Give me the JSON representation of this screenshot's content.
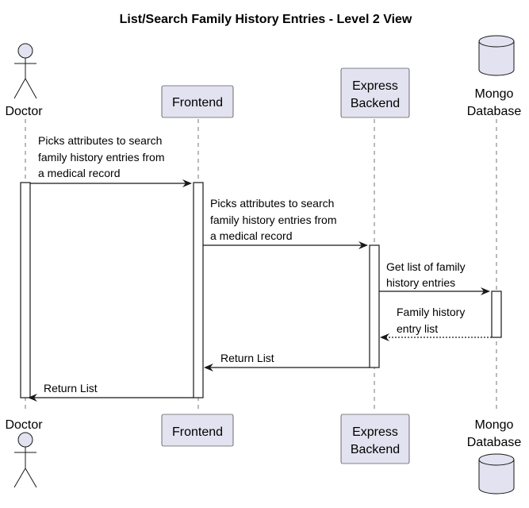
{
  "title": "List/Search Family History Entries - Level 2 View",
  "participants": {
    "doctor": "Doctor",
    "frontend": "Frontend",
    "backend": [
      "Express",
      "Backend"
    ],
    "database": [
      "Mongo",
      "Database"
    ]
  },
  "messages": [
    {
      "from": "Doctor",
      "to": "Frontend",
      "style": "solid",
      "lines": [
        "Picks attributes to search",
        "family history entries from",
        "a medical record"
      ]
    },
    {
      "from": "Frontend",
      "to": "Express Backend",
      "style": "solid",
      "lines": [
        "Picks attributes to search",
        "family history entries from",
        "a medical record"
      ]
    },
    {
      "from": "Express Backend",
      "to": "Mongo Database",
      "style": "solid",
      "lines": [
        "Get list of family",
        "history entries"
      ]
    },
    {
      "from": "Mongo Database",
      "to": "Express Backend",
      "style": "dashed",
      "lines": [
        "Family history",
        "entry list"
      ]
    },
    {
      "from": "Express Backend",
      "to": "Frontend",
      "style": "solid",
      "lines": [
        "Return List"
      ]
    },
    {
      "from": "Frontend",
      "to": "Doctor",
      "style": "solid",
      "lines": [
        "Return List"
      ]
    }
  ],
  "colors": {
    "participant_fill": "#e2e2f0",
    "line": "#181818",
    "background": "#ffffff"
  }
}
